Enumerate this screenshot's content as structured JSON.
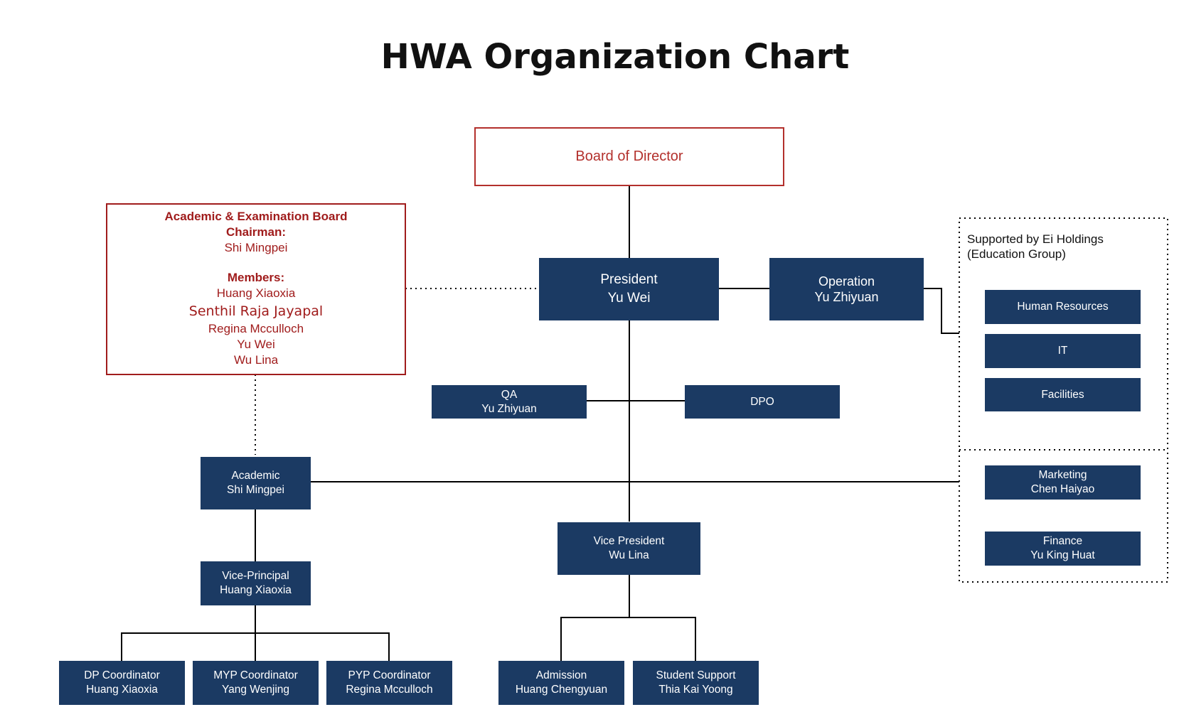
{
  "title": "HWA Organization Chart",
  "board_of_director": "Board of Director",
  "academic_board": {
    "heading": "Academic & Examination Board",
    "chairman_label": "Chairman:",
    "chairman": "Shi Mingpei",
    "members_label": "Members:",
    "members": [
      "Huang Xiaoxia",
      "Senthil Raja Jayapal",
      "Regina Mcculloch",
      "Yu Wei",
      "Wu Lina"
    ]
  },
  "president": {
    "role": "President",
    "name": "Yu Wei"
  },
  "operation": {
    "role": "Operation",
    "name": "Yu Zhiyuan"
  },
  "qa": {
    "role": "QA",
    "name": "Yu Zhiyuan"
  },
  "dpo": {
    "role": "DPO"
  },
  "academic": {
    "role": "Academic",
    "name": "Shi Mingpei"
  },
  "vice_principal": {
    "role": "Vice-Principal",
    "name": "Huang Xiaoxia"
  },
  "vice_president": {
    "role": "Vice President",
    "name": "Wu Lina"
  },
  "coordinators": [
    {
      "role": "DP Coordinator",
      "name": "Huang Xiaoxia"
    },
    {
      "role": "MYP Coordinator",
      "name": "Yang Wenjing"
    },
    {
      "role": "PYP Coordinator",
      "name": "Regina Mcculloch"
    }
  ],
  "vp_units": [
    {
      "role": "Admission",
      "name": "Huang Chengyuan"
    },
    {
      "role": "Student Support",
      "name": "Thia Kai Yoong"
    }
  ],
  "support": {
    "title_line1": "Supported by Ei Holdings",
    "title_line2": "(Education Group)",
    "units": [
      "Human Resources",
      "IT",
      "Facilities"
    ]
  },
  "marketing": {
    "role": "Marketing",
    "name": "Chen Haiyao"
  },
  "finance": {
    "role": "Finance",
    "name": "Yu King Huat"
  },
  "colors": {
    "box": "#1b3a63",
    "board": "#b3302c",
    "academic_board": "#a01c1c",
    "line": "#000000"
  }
}
